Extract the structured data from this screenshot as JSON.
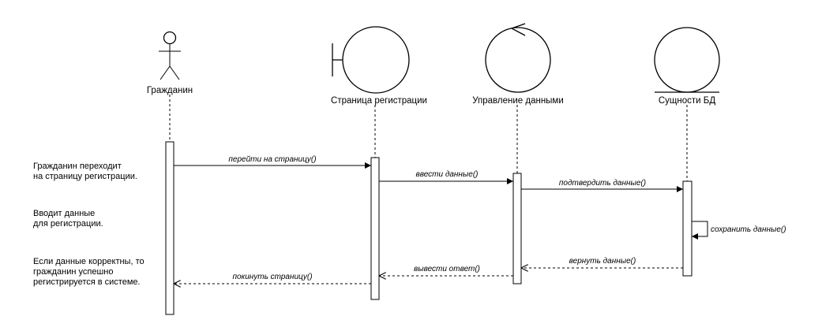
{
  "participants": [
    {
      "label": "Гражданин",
      "type": "actor"
    },
    {
      "label": "Страница регистрации",
      "type": "boundary"
    },
    {
      "label": "Управление данными",
      "type": "control"
    },
    {
      "label": "Сущности БД",
      "type": "entity"
    }
  ],
  "messages": [
    {
      "label": "перейти на страницу()",
      "style": "solid"
    },
    {
      "label": "ввести данные()",
      "style": "solid"
    },
    {
      "label": "подтвердить данные()",
      "style": "solid"
    },
    {
      "label": "сохранить данные()",
      "style": "self"
    },
    {
      "label": "вернуть данные()",
      "style": "dashed"
    },
    {
      "label": "вывести ответ()",
      "style": "dashed"
    },
    {
      "label": "покинуть страницу()",
      "style": "dashed"
    }
  ],
  "notes": [
    {
      "lines": [
        "Гражданин переходит",
        "на страницу регистрации."
      ]
    },
    {
      "lines": [
        "Вводит данные",
        "для регистрации."
      ]
    },
    {
      "lines": [
        "Если данные корректны, то",
        "гражданин успешно",
        "регистрируется в системе."
      ]
    }
  ]
}
